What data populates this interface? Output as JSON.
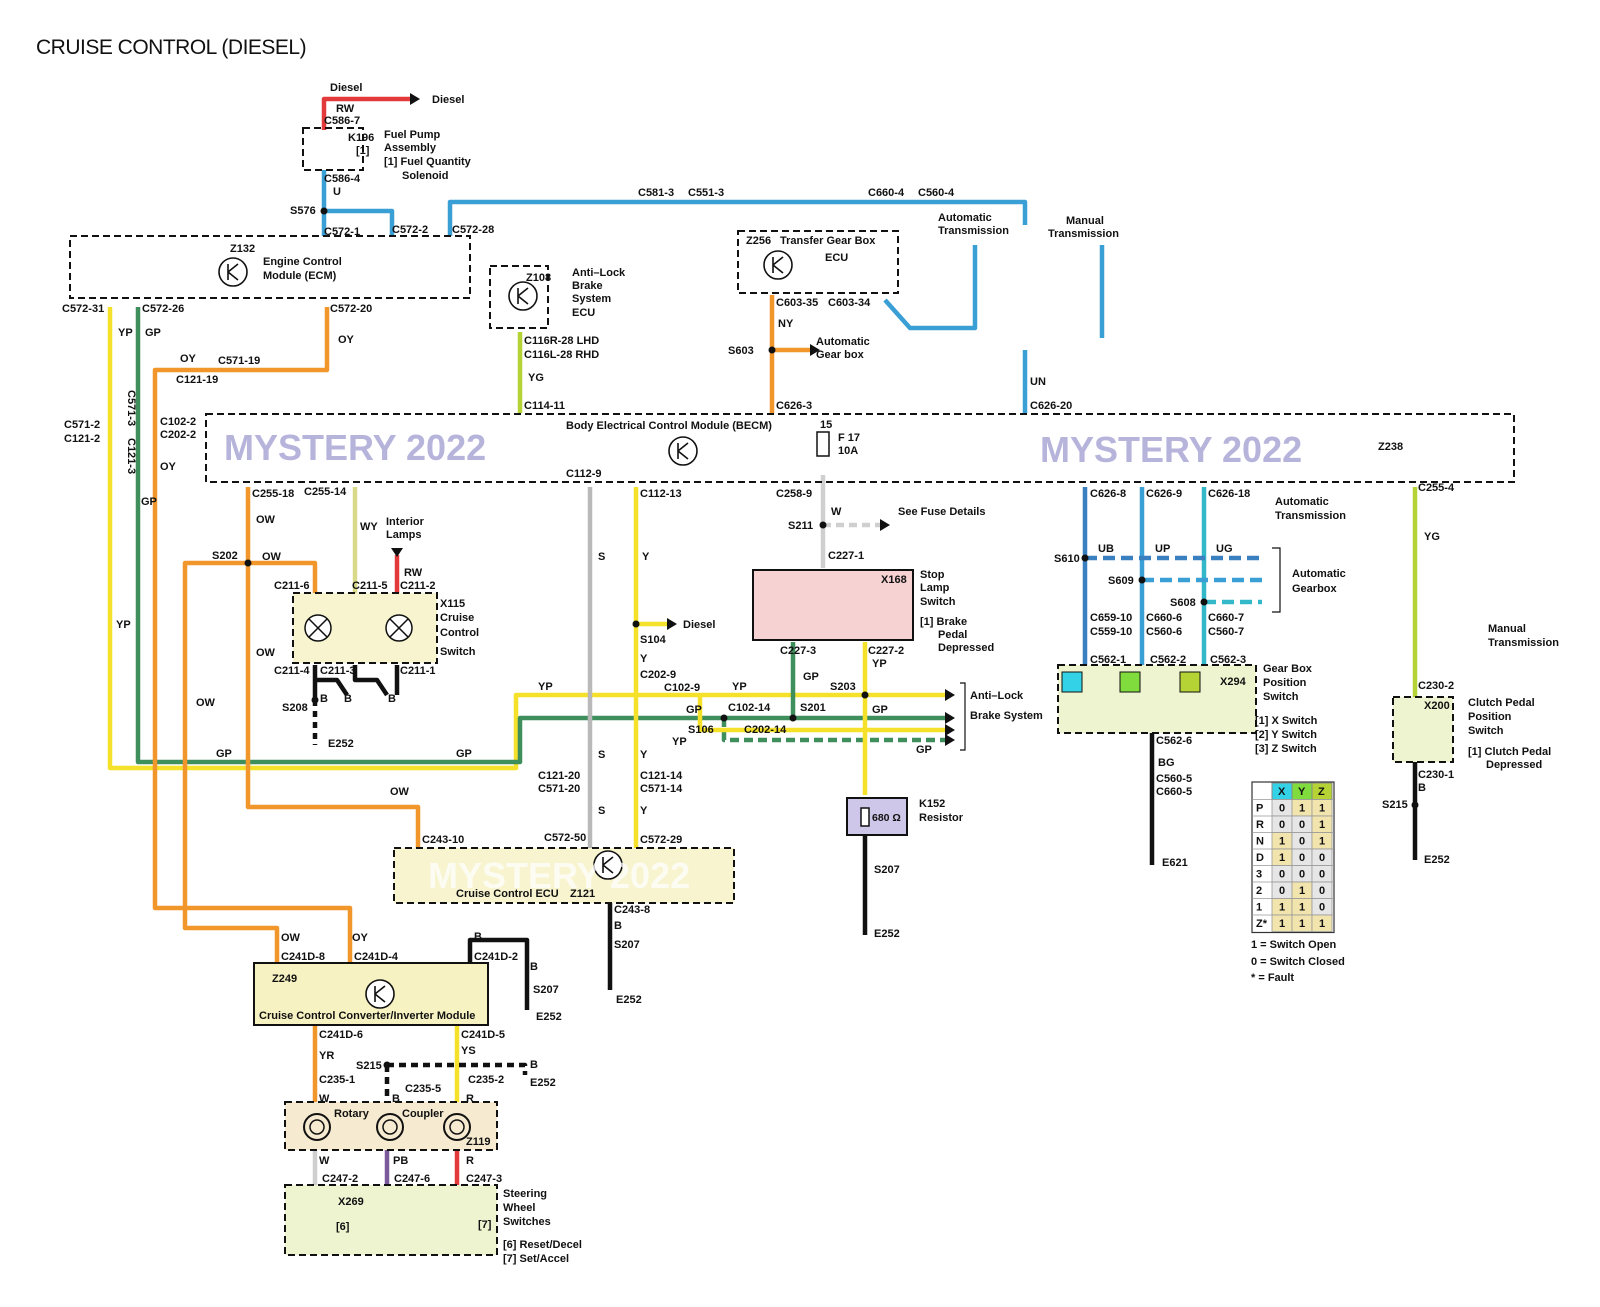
{
  "title": "CRUISE CONTROL (DIESEL)",
  "watermark": "MYSTERY 2022",
  "colors": {
    "orange": "#f0962a",
    "yellow": "#f5e12a",
    "green": "#3f8f5d",
    "blue": "#3a9fd4",
    "grey": "#b9b9b9",
    "black": "#111111",
    "red": "#e23a3a",
    "lime": "#b5d334"
  },
  "components": {
    "diesel_top": "Diesel",
    "fuel_pump": {
      "id": "K196",
      "line1": "Fuel Pump",
      "line2": "Assembly",
      "note": "[1]  Fuel Quantity",
      "note2": "Solenoid",
      "ref": "[1]"
    },
    "ecm": {
      "id": "Z132",
      "line1": "Engine Control",
      "line2": "Module (ECM)"
    },
    "abs_ecu": {
      "id": "Z108",
      "line1": "Anti–Lock",
      "line2": "Brake",
      "line3": "System",
      "line4": "ECU"
    },
    "tgb_ecu": {
      "id": "Z256",
      "line1": "Transfer Gear Box",
      "line2": "ECU"
    },
    "becm": {
      "id": "Z238",
      "label": "Body Electrical Control Module (BECM)"
    },
    "fuse": {
      "pin": "15",
      "name": "F 17",
      "rating": "10A"
    },
    "fuse_details": "See Fuse Details",
    "interior_lamps": {
      "line1": "Interior",
      "line2": "Lamps"
    },
    "cruise_switch": {
      "id": "X115",
      "line1": "Cruise",
      "line2": "Control",
      "line3": "Switch"
    },
    "stop_lamp": {
      "id": "X168",
      "line1": "Stop",
      "line2": "Lamp",
      "line3": "Switch",
      "note1": "[1] Brake",
      "note2": "Pedal",
      "note3": "Depressed"
    },
    "diesel_mid": "Diesel",
    "abs_out": {
      "line1": "Anti–Lock",
      "line2": "Brake System"
    },
    "resistor": {
      "id": "K152",
      "label": "Resistor",
      "value": "680 Ω"
    },
    "cc_ecu": {
      "id": "Z121",
      "label": "Cruise Control  ECU"
    },
    "converter": {
      "id": "Z249",
      "label": "Cruise Control Converter/Inverter Module"
    },
    "rotary": {
      "id": "Z119",
      "line1": "Rotary",
      "line2": "Coupler"
    },
    "steering": {
      "id": "X269",
      "line1": "Steering",
      "line2": "Wheel",
      "line3": "Switches",
      "note1": "[6]    Reset/Decel",
      "note2": "[7]    Set/Accel",
      "ref6": "[6]",
      "ref7": "[7]"
    },
    "auto_trans_top": {
      "line1": "Automatic",
      "line2": "Transmission"
    },
    "manual_trans_top": {
      "line1": "Manual",
      "line2": "Transmission"
    },
    "auto_gearbox": {
      "line1": "Automatic",
      "line2": "Gear box"
    },
    "auto_trans_right": {
      "line1": "Automatic",
      "line2": "Transmission"
    },
    "auto_gearbox_right": {
      "line1": "Automatic",
      "line2": "Gearbox"
    },
    "gearbox_switch": {
      "id": "X294",
      "line1": "Gear Box",
      "line2": "Position",
      "line3": "Switch",
      "note1": "[1]  X Switch",
      "note2": "[2]  Y Switch",
      "note3": "[3]  Z Switch"
    },
    "manual_trans_right": {
      "line1": "Manual",
      "line2": "Transmission"
    },
    "clutch": {
      "id": "X200",
      "line1": "Clutch Pedal",
      "line2": "Position",
      "line3": "Switch",
      "note1": "[1]  Clutch Pedal",
      "note2": "Depressed"
    }
  },
  "wire_codes": [
    "RW",
    "U",
    "YP",
    "GP",
    "OY",
    "YG",
    "NY",
    "UN",
    "OW",
    "WY",
    "S",
    "Y",
    "W",
    "B",
    "YS",
    "YR",
    "PB",
    "R",
    "UB",
    "UP",
    "UG",
    "BG"
  ],
  "connectors": [
    "C586-7",
    "C586-4",
    "S576",
    "C572-1",
    "C572-2",
    "C572-28",
    "C581-3",
    "C551-3",
    "C660-4",
    "C560-4",
    "C572-31",
    "C572-26",
    "C572-20",
    "C571-19",
    "C121-19",
    "C571-2",
    "C121-2",
    "C571-3",
    "C121-3",
    "C102-2",
    "C202-2",
    "C116R-28 LHD",
    "C116L-28 RHD",
    "C114-11",
    "C603-35",
    "C603-34",
    "S603",
    "C626-3",
    "C626-20",
    "C112-9",
    "C112-13",
    "C258-9",
    "S211",
    "C227-1",
    "C227-3",
    "C227-2",
    "C255-18",
    "C255-14",
    "S202",
    "C211-6",
    "C211-5",
    "C211-2",
    "C211-4",
    "C211-3",
    "C211-1",
    "S208",
    "E252",
    "S104",
    "C202-9",
    "C102-9",
    "C102-14",
    "C202-14",
    "S201",
    "S106",
    "S203",
    "C121-20",
    "C571-20",
    "C121-14",
    "C571-14",
    "C243-10",
    "C572-50",
    "C572-29",
    "C243-8",
    "S207",
    "C241D-8",
    "C241D-4",
    "C241D-2",
    "C241D-6",
    "C241D-5",
    "S215",
    "C235-1",
    "C235-5",
    "C235-2",
    "C247-2",
    "C247-6",
    "C247-3",
    "C626-8",
    "C626-9",
    "C626-18",
    "S610",
    "S609",
    "S608",
    "C659-10",
    "C559-10",
    "C660-6",
    "C560-6",
    "C660-7",
    "C560-7",
    "C562-1",
    "C562-2",
    "C562-3",
    "C562-6",
    "C560-5",
    "C660-5",
    "E621",
    "C255-4",
    "C230-2",
    "C230-1"
  ],
  "truth_table": {
    "columns": [
      "X",
      "Y",
      "Z"
    ],
    "column_colors": [
      "#33d2e6",
      "#7fdc3c",
      "#b5d334"
    ],
    "rows": [
      {
        "gear": "P",
        "x": "0",
        "y": "1",
        "z": "1"
      },
      {
        "gear": "R",
        "x": "0",
        "y": "0",
        "z": "1"
      },
      {
        "gear": "N",
        "x": "1",
        "y": "0",
        "z": "1"
      },
      {
        "gear": "D",
        "x": "1",
        "y": "0",
        "z": "0"
      },
      {
        "gear": "3",
        "x": "0",
        "y": "0",
        "z": "0"
      },
      {
        "gear": "2",
        "x": "0",
        "y": "1",
        "z": "0"
      },
      {
        "gear": "1",
        "x": "1",
        "y": "1",
        "z": "0"
      },
      {
        "gear": "Z*",
        "x": "1",
        "y": "1",
        "z": "1"
      }
    ],
    "legend": [
      "1 =  Switch Open",
      "0 =  Switch Closed",
      "* =  Fault"
    ]
  }
}
